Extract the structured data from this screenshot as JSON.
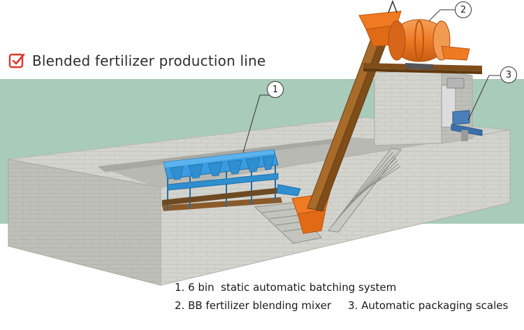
{
  "title": "Blended fertilizer production line",
  "callouts": [
    "1",
    "2",
    "3"
  ],
  "captions": {
    "item1": "1. 6 bin  static automatic batching system",
    "item2": "2. BB fertilizer blending mixer",
    "item3": "3. Automatic packaging scales"
  },
  "colors": {
    "accent_red": "#e0362b",
    "band_green": "#a9cbb9",
    "concrete": "#cfcfcb",
    "steel_blue": "#2f8fd0",
    "orange": "#f07a22"
  }
}
